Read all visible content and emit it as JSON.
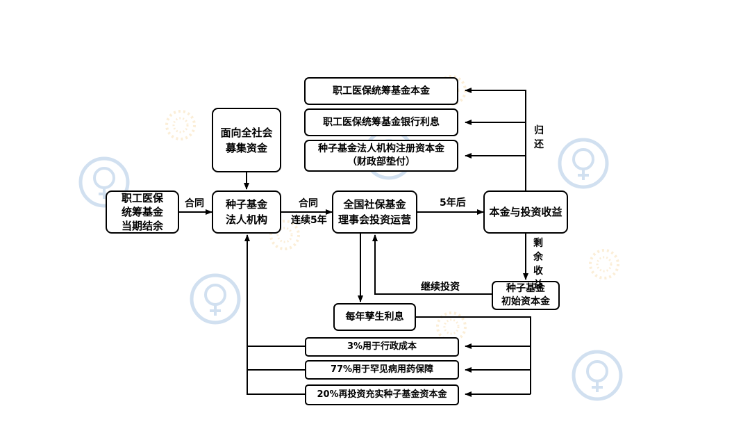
{
  "nodes": {
    "public_fundraising": [
      "面向全社会",
      "募集资金"
    ],
    "pool_balance": [
      "职工医保",
      "统筹基金",
      "当期结余"
    ],
    "seed_fund_entity": [
      "种子基金",
      "法人机构"
    ],
    "ssf_council": [
      "全国社保基金",
      "理事会投资运营"
    ],
    "principal_returns": "本金与投资收益",
    "pool_principal": "职工医保统筹基金本金",
    "pool_bank_interest": "职工医保统筹基金银行利息",
    "registered_capital": [
      "种子基金法人机构注册资本金",
      "（财政部垫付）"
    ],
    "seed_initial_capital": [
      "种子基金",
      "初始资本金"
    ],
    "annual_interest": "每年孳生利息",
    "admin_cost": "3%用于行政成本",
    "rare_disease_drugs": "77%用于罕见病用药保障",
    "reinvest_seed": "20%再投资充实种子基金资本金"
  },
  "edge_labels": {
    "contract": "合同",
    "contract_5y": [
      "合同",
      "连续5年"
    ],
    "after_5y": "5年后",
    "return": "归还",
    "remaining_returns": "剩余收益",
    "continue_invest": "继续投资"
  },
  "colors": {
    "line": "#000000",
    "watermark_blue": "#5b8fc9",
    "watermark_orange": "#f0c070"
  }
}
